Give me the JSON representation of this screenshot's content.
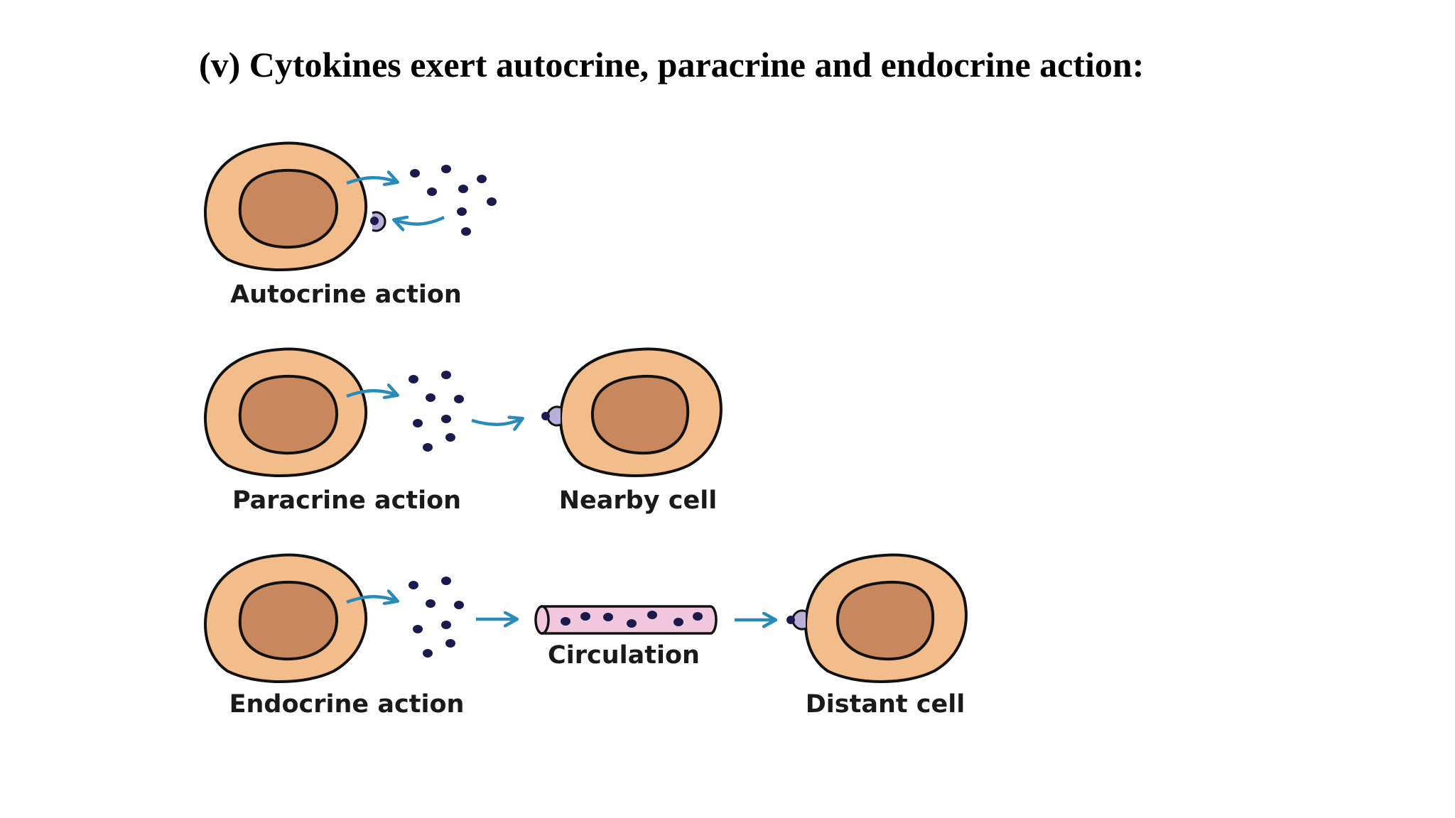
{
  "title": "(v) Cytokines exert autocrine, paracrine and endocrine action:",
  "labels": {
    "autocrine": "Autocrine action",
    "paracrine": "Paracrine action",
    "nearby_cell": "Nearby cell",
    "endocrine": "Endocrine action",
    "circulation": "Circulation",
    "distant_cell": "Distant cell"
  },
  "colors": {
    "cell_cytoplasm": "#f2bd8a",
    "cell_nucleus": "#c8875c",
    "outline": "#111111",
    "arrow": "#2a8bb8",
    "cytokine": "#1a1a4d",
    "receptor": "#b8b0d8",
    "vessel": "#f0c7dc"
  }
}
